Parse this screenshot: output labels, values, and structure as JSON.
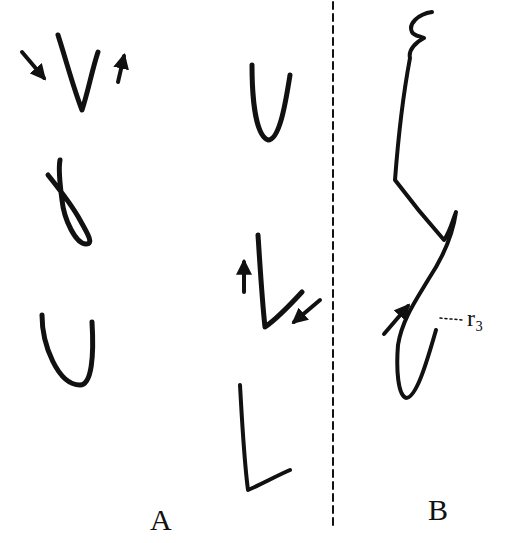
{
  "diagram": {
    "labels": [
      "A",
      "B",
      "r₃"
    ]
  }
}
